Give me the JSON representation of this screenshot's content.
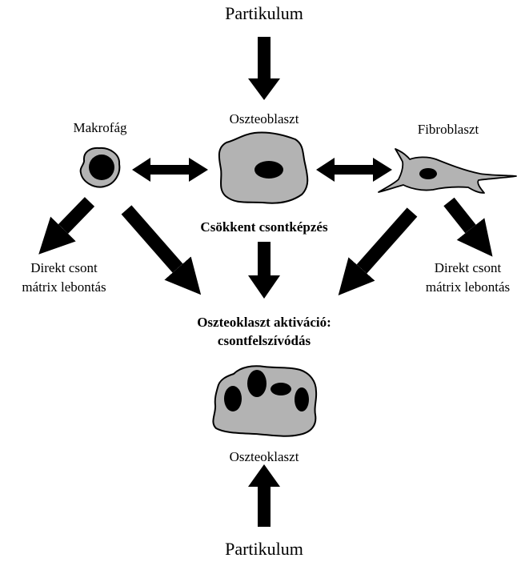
{
  "colors": {
    "cell_fill": "#b3b3b3",
    "nucleus": "#000000",
    "arrow": "#000000",
    "background": "#ffffff"
  },
  "labels": {
    "top_source": "Partikulum",
    "bottom_source": "Partikulum",
    "osteoblast": "Oszteoblaszt",
    "macrophage": "Makrofág",
    "fibroblast": "Fibroblaszt",
    "reduced_bone_formation": "Csökkent csontképzés",
    "direct_left_line1": "Direkt csont",
    "direct_left_line2": "mátrix lebontás",
    "direct_right_line1": "Direkt csont",
    "direct_right_line2": "mátrix lebontás",
    "activation_line1": "Oszteoklaszt aktiváció:",
    "activation_line2": "csontfelszívódás",
    "osteoclast": "Oszteoklaszt"
  },
  "icons": [
    "macrophage-cell-icon",
    "osteoblast-cell-icon",
    "fibroblast-cell-icon",
    "osteoclast-cell-icon"
  ]
}
